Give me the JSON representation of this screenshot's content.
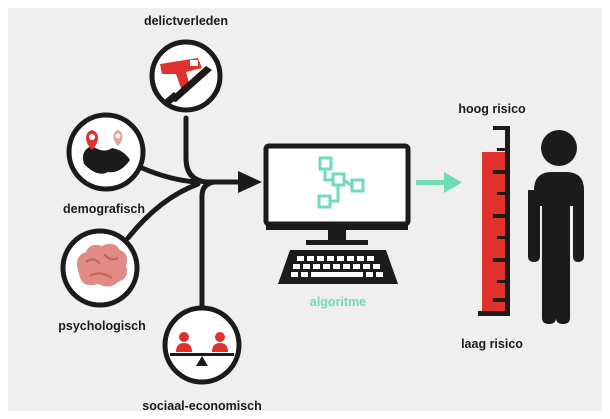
{
  "labels": {
    "criminal_history": "delictverleden",
    "demographic": "demografisch",
    "psychological": "psychologisch",
    "socio_economic": "sociaal-economisch",
    "algorithm": "algoritme",
    "high_risk": "hoog risico",
    "low_risk": "laag risico"
  },
  "colors": {
    "background": "#efefef",
    "ink": "#1b1b1b",
    "accent_red": "#e0312b",
    "accent_green": "#6fdcb3",
    "circle_fill": "#ffffff"
  },
  "icons": {
    "criminal_history": "gun-and-knife-icon",
    "demographic": "map-pins-icon",
    "psychological": "brain-icon",
    "socio_economic": "people-on-seesaw-icon",
    "algorithm": "flowchart-icon",
    "computer": "computer-monitor-icon",
    "keyboard": "keyboard-icon",
    "risk_meter": "risk-gauge-icon",
    "person": "person-silhouette-icon"
  },
  "risk_meter": {
    "fill_fraction": 0.86
  }
}
